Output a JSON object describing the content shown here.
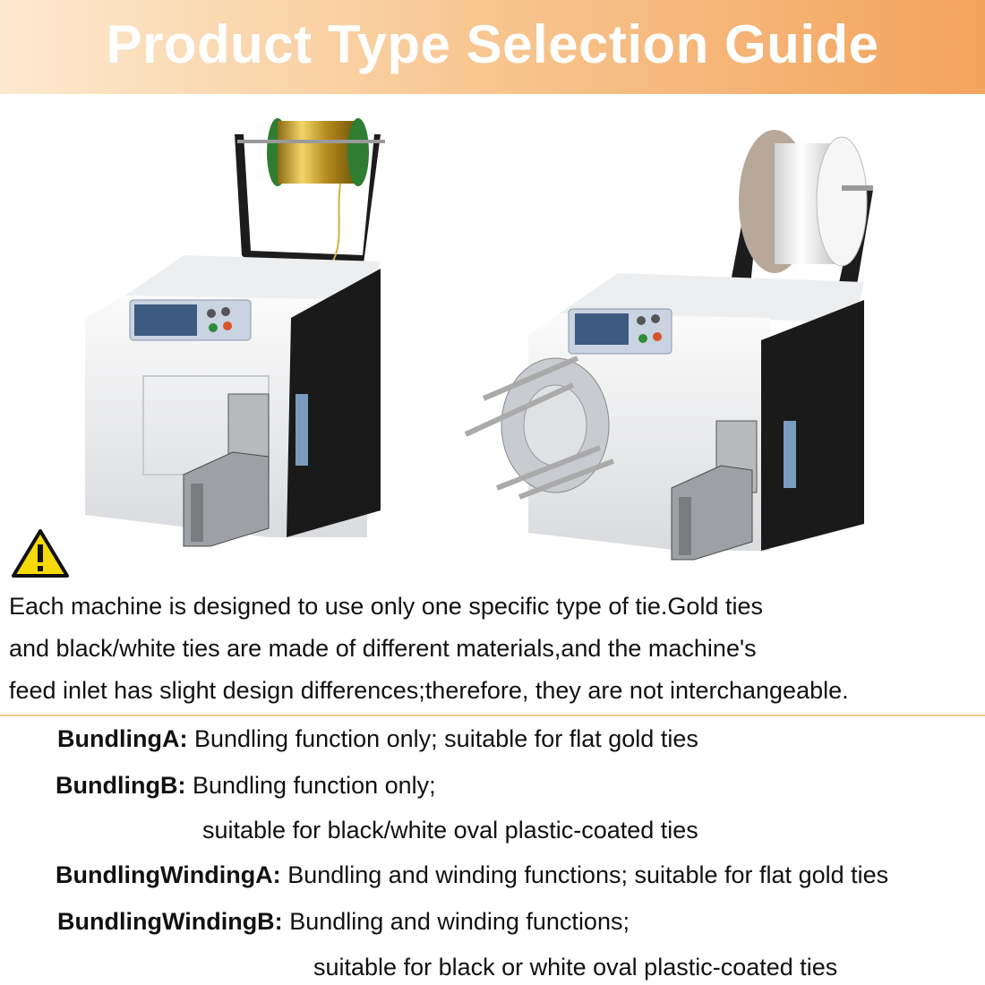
{
  "header": {
    "title": "Product Type Selection Guide",
    "gradient_colors": [
      "#fde9cf",
      "#f3a35c"
    ]
  },
  "images": {
    "left_machine": {
      "icon": "bundling-machine-gold-spool",
      "spool_color": "#c9a227"
    },
    "right_machine": {
      "icon": "bundling-winding-machine-white-spool",
      "spool_color": "#f2f2f2"
    }
  },
  "warning": {
    "icon": "warning-triangle-icon",
    "lines": [
      "Each machine is designed to use only one specific type of tie.Gold ties",
      "and black/white ties are made of different materials,and the machine's",
      "feed inlet has slight design differences;therefore, they are not interchangeable."
    ]
  },
  "types": [
    {
      "name": "BundlingA:",
      "desc": [
        "Bundling function only; suitable for flat gold ties"
      ]
    },
    {
      "name": "BundlingB:",
      "desc": [
        "Bundling function only;",
        "suitable for black/white oval plastic-coated ties"
      ]
    },
    {
      "name": "BundlingWindingA:",
      "desc": [
        "Bundling and winding functions; suitable for flat gold ties"
      ]
    },
    {
      "name": "BundlingWindingB:",
      "desc": [
        "Bundling and winding functions;",
        "suitable for black or white oval plastic-coated ties"
      ]
    }
  ],
  "colors": {
    "divider": "#f2c98e",
    "banner_text": "#ffffff"
  }
}
